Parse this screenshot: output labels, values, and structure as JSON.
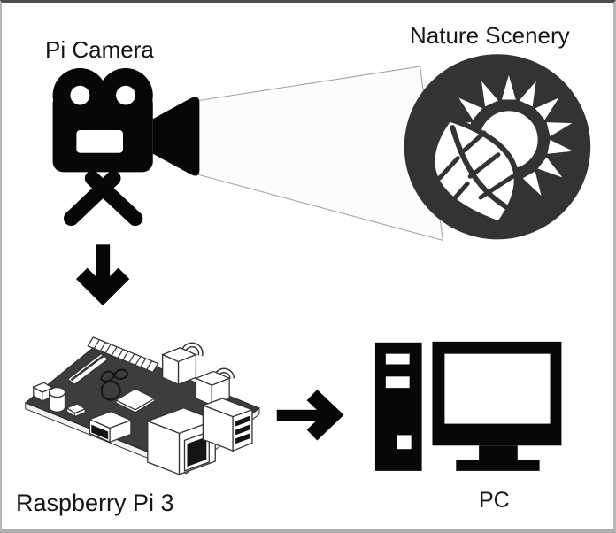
{
  "diagram": {
    "nodes": [
      {
        "id": "pi-camera",
        "label": "Pi Camera",
        "icon": "video-camera-icon"
      },
      {
        "id": "nature-scenery",
        "label": "Nature Scenery",
        "icon": "leaf-and-sun-icon"
      },
      {
        "id": "raspberry-pi-3",
        "label": "Raspberry Pi 3",
        "icon": "raspberry-pi-board-icon"
      },
      {
        "id": "pc",
        "label": "PC",
        "icon": "desktop-computer-icon"
      }
    ],
    "edges": [
      {
        "from": "pi-camera",
        "to": "nature-scenery",
        "style": "view-cone"
      },
      {
        "from": "pi-camera",
        "to": "raspberry-pi-3",
        "style": "down-arrow"
      },
      {
        "from": "raspberry-pi-3",
        "to": "pc",
        "style": "right-arrow"
      }
    ]
  },
  "colors": {
    "canvas_bg": "#fefefe",
    "icon_ink": "#070707",
    "badge_dark": "#333333",
    "board_dark": "#3d3d3d",
    "beam_fill": "#fcfcfc",
    "beam_edge": "#a5a5a5",
    "label_text": "#161616",
    "frame_border": "#b7b7b7",
    "frame_border_top": "#4e4e4e"
  }
}
